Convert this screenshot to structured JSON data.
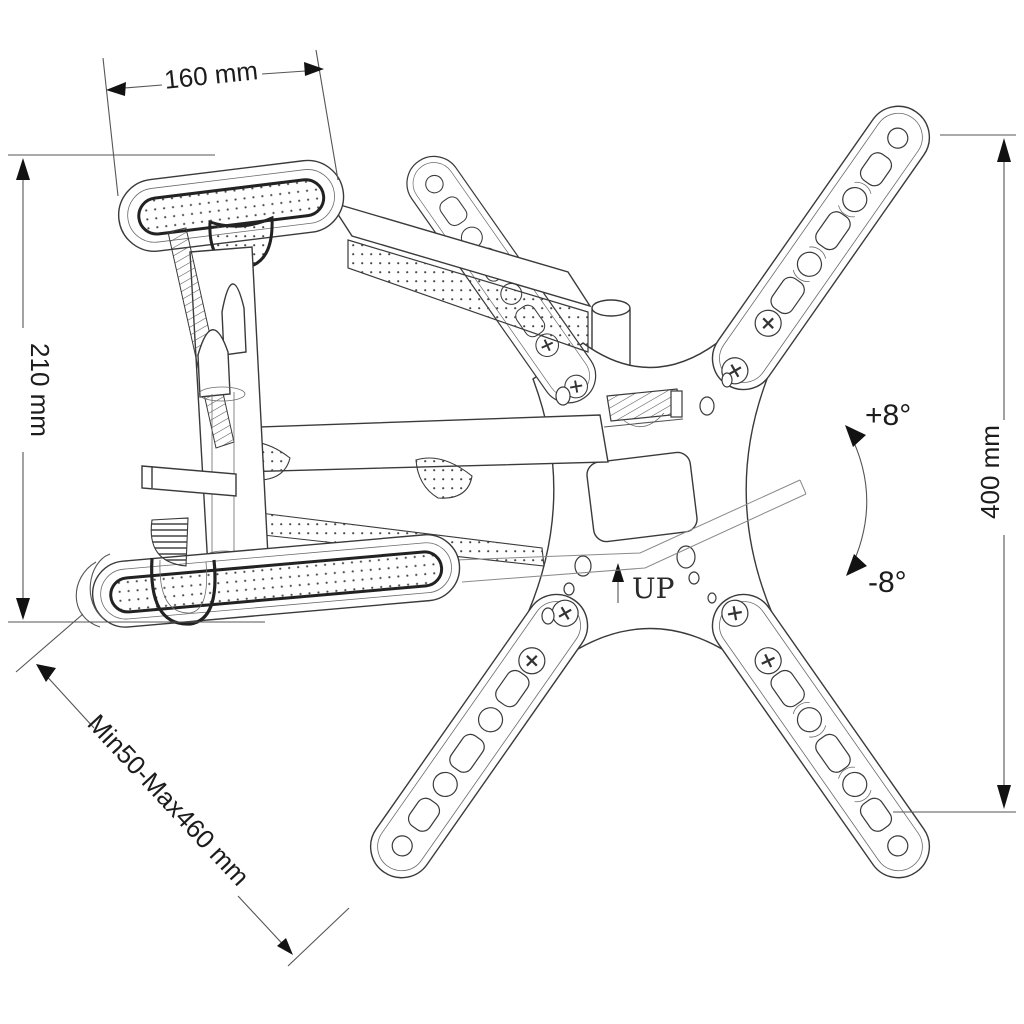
{
  "drawing": {
    "kind": "tv-wall-mount-technical-drawing",
    "colors": {
      "background": "#ffffff",
      "line": "#3a3a3a",
      "dimension_line": "#555555",
      "arrow_fill": "#121212",
      "text": "#1c1c1c"
    }
  },
  "annotations": {
    "top_width": {
      "label": "160 mm"
    },
    "left_height": {
      "label": "210 mm"
    },
    "arm_extension": {
      "label": "Min50-Max460 mm"
    },
    "right_height": {
      "label": "400 mm"
    },
    "tilt_up": {
      "label": "+8°"
    },
    "tilt_down": {
      "label": "-8°"
    },
    "up_marker": {
      "label": "UP"
    }
  }
}
